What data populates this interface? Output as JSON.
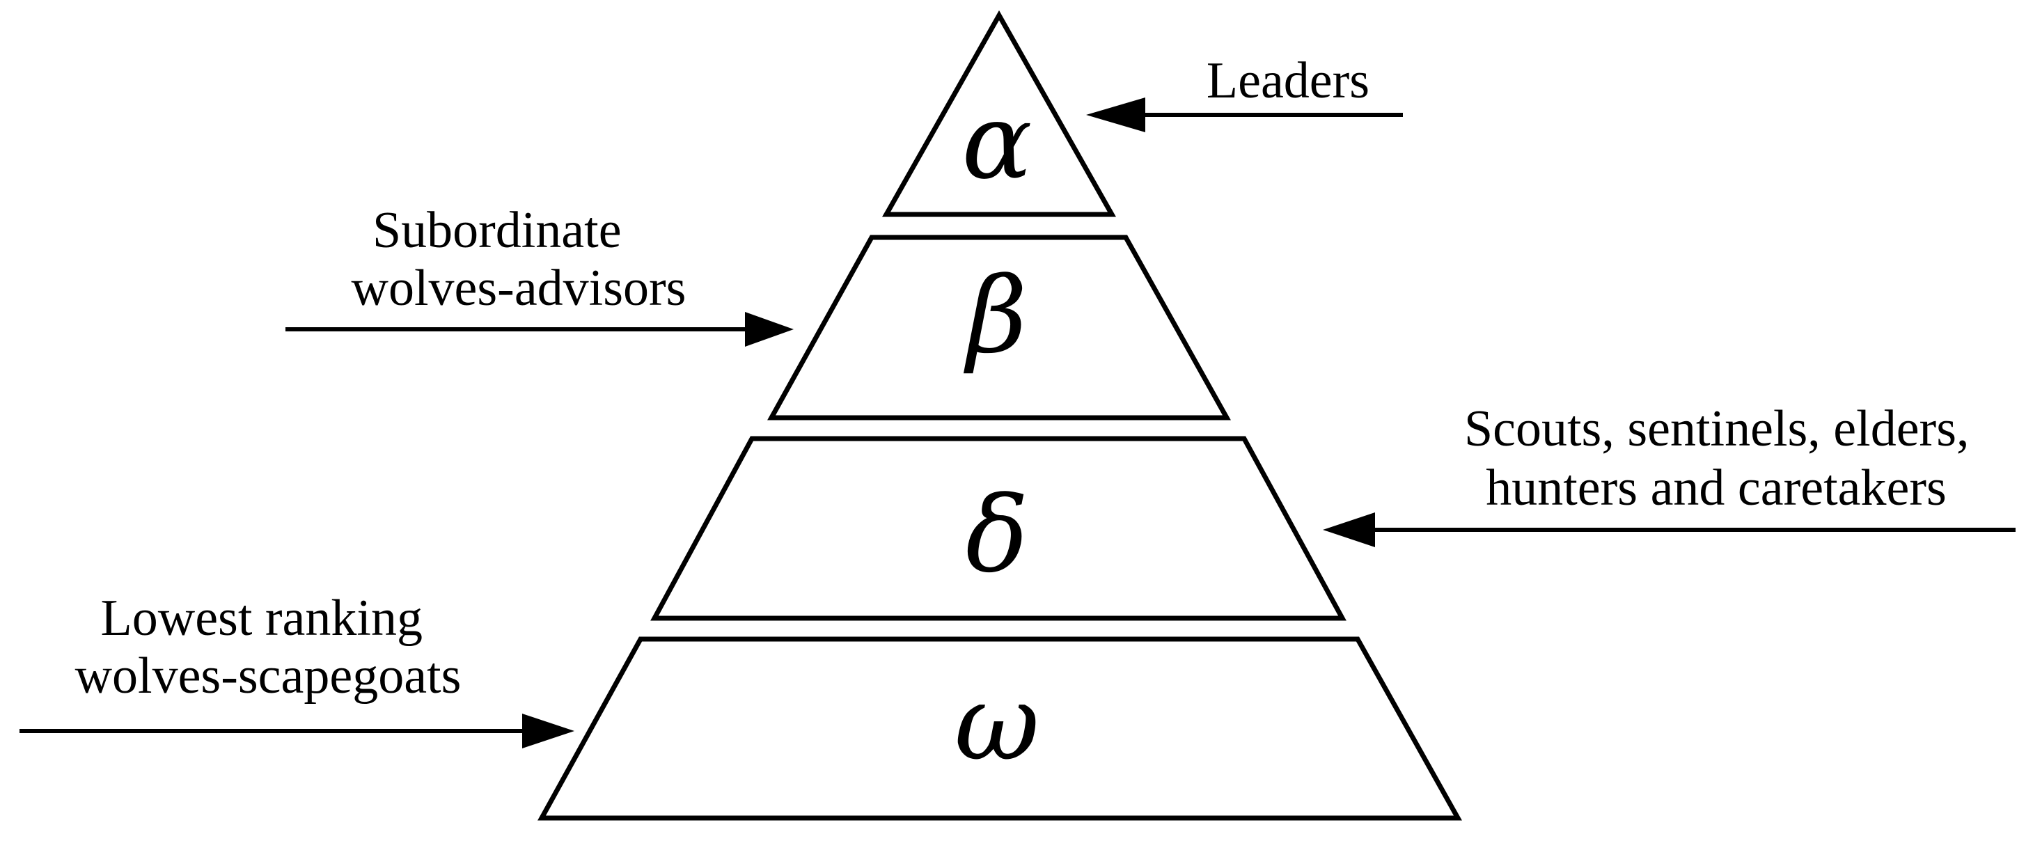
{
  "diagram": {
    "tiers": [
      {
        "symbol": "α"
      },
      {
        "symbol": "β"
      },
      {
        "symbol": "δ"
      },
      {
        "symbol": "ω"
      }
    ],
    "callouts": [
      {
        "lines": [
          "Leaders"
        ]
      },
      {
        "lines": [
          "Subordinate",
          "wolves-advisors"
        ]
      },
      {
        "lines": [
          "Scouts, sentinels, elders,",
          "hunters and caretakers"
        ]
      },
      {
        "lines": [
          "Lowest ranking",
          "wolves-scapegoats"
        ]
      }
    ]
  }
}
